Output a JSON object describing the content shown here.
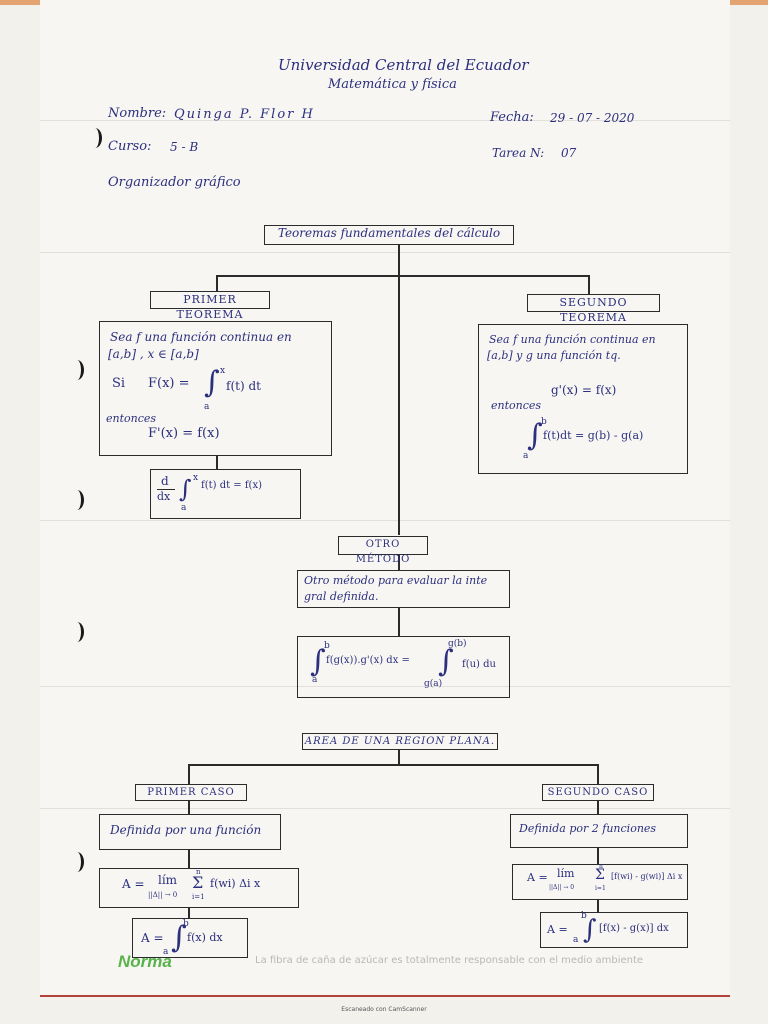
{
  "header": {
    "university": "Universidad Central del Ecuador",
    "faculty": "Matemática y física",
    "name_label": "Nombre:",
    "name_value": "Quinga P. Flor H",
    "date_label": "Fecha:",
    "date_value": "29 - 07 - 2020",
    "course_label": "Curso:",
    "course_value": "5 - B",
    "task_label": "Tarea N:",
    "task_value": "07",
    "title": "Organizador gráfico"
  },
  "diagram": {
    "root": "Teoremas fundamentales del cálculo",
    "first_theorem": {
      "label": "PRIMER TEOREMA",
      "line1": "Sea f una función continua en",
      "line2": "[a,b] , x ∈ [a,b]",
      "si": "Si",
      "eq1_left": "F(x) =",
      "eq1_right": "f(t) dt",
      "upper": "x",
      "lower": "a",
      "then": "entonces",
      "eq2": "F'(x) = f(x)",
      "deriv_num": "d",
      "deriv_den": "dx",
      "deriv_right": "f(t) dt = f(x)"
    },
    "second_theorem": {
      "label": "SEGUNDO TEOREMA",
      "line1": "Sea f una función continua en",
      "line2": "[a,b] y g una función tq.",
      "eq1": "g'(x) = f(x)",
      "then": "entonces",
      "eq2": "f(t)dt = g(b) - g(a)",
      "upper": "b",
      "lower": "a"
    },
    "other_method": {
      "label": "OTRO MÉTODO",
      "line1": "Otro método para evaluar la inte",
      "line2": "gral definida.",
      "eq_left": "f(g(x)).g'(x) dx =",
      "eq_right": "f(u) du",
      "upper_left": "b",
      "lower_left": "a",
      "upper_right": "g(b)",
      "lower_right": "g(a)"
    },
    "area": {
      "label": "AREA DE UNA REGION PLANA.",
      "first_case": {
        "label": "PRIMER CASO",
        "desc": "Definida por una función",
        "sum_left": "A =",
        "lim": "lím",
        "lim_sub": "||Δ|| → 0",
        "sigma_top": "n",
        "sigma_bottom": "i=1",
        "sum_right": "f(wi) Δi x",
        "int_left": "A =",
        "int_right": "f(x) dx",
        "upper": "b",
        "lower": "a"
      },
      "second_case": {
        "label": "SEGUNDO CASO",
        "desc": "Definida por 2 funciones",
        "sum_left": "A =",
        "lim": "lím",
        "lim_sub": "||Δ|| → 0",
        "sigma_top": "n",
        "sigma_bottom": "i=1",
        "sum_right": "[f(wi) - g(wi)] Δi x",
        "int_left": "A =",
        "int_right": "[f(x) - g(x)] dx",
        "upper": "b",
        "lower": "a"
      }
    }
  },
  "footer": {
    "brand": "Norma",
    "note": "La fibra de caña de azúcar es totalmente responsable con el medio ambiente",
    "scan": "Escaneado con CamScanner"
  },
  "colors": {
    "ink": "#2b2f7e",
    "paper": "#f7f6f2",
    "margin_line": "#b2433a"
  }
}
